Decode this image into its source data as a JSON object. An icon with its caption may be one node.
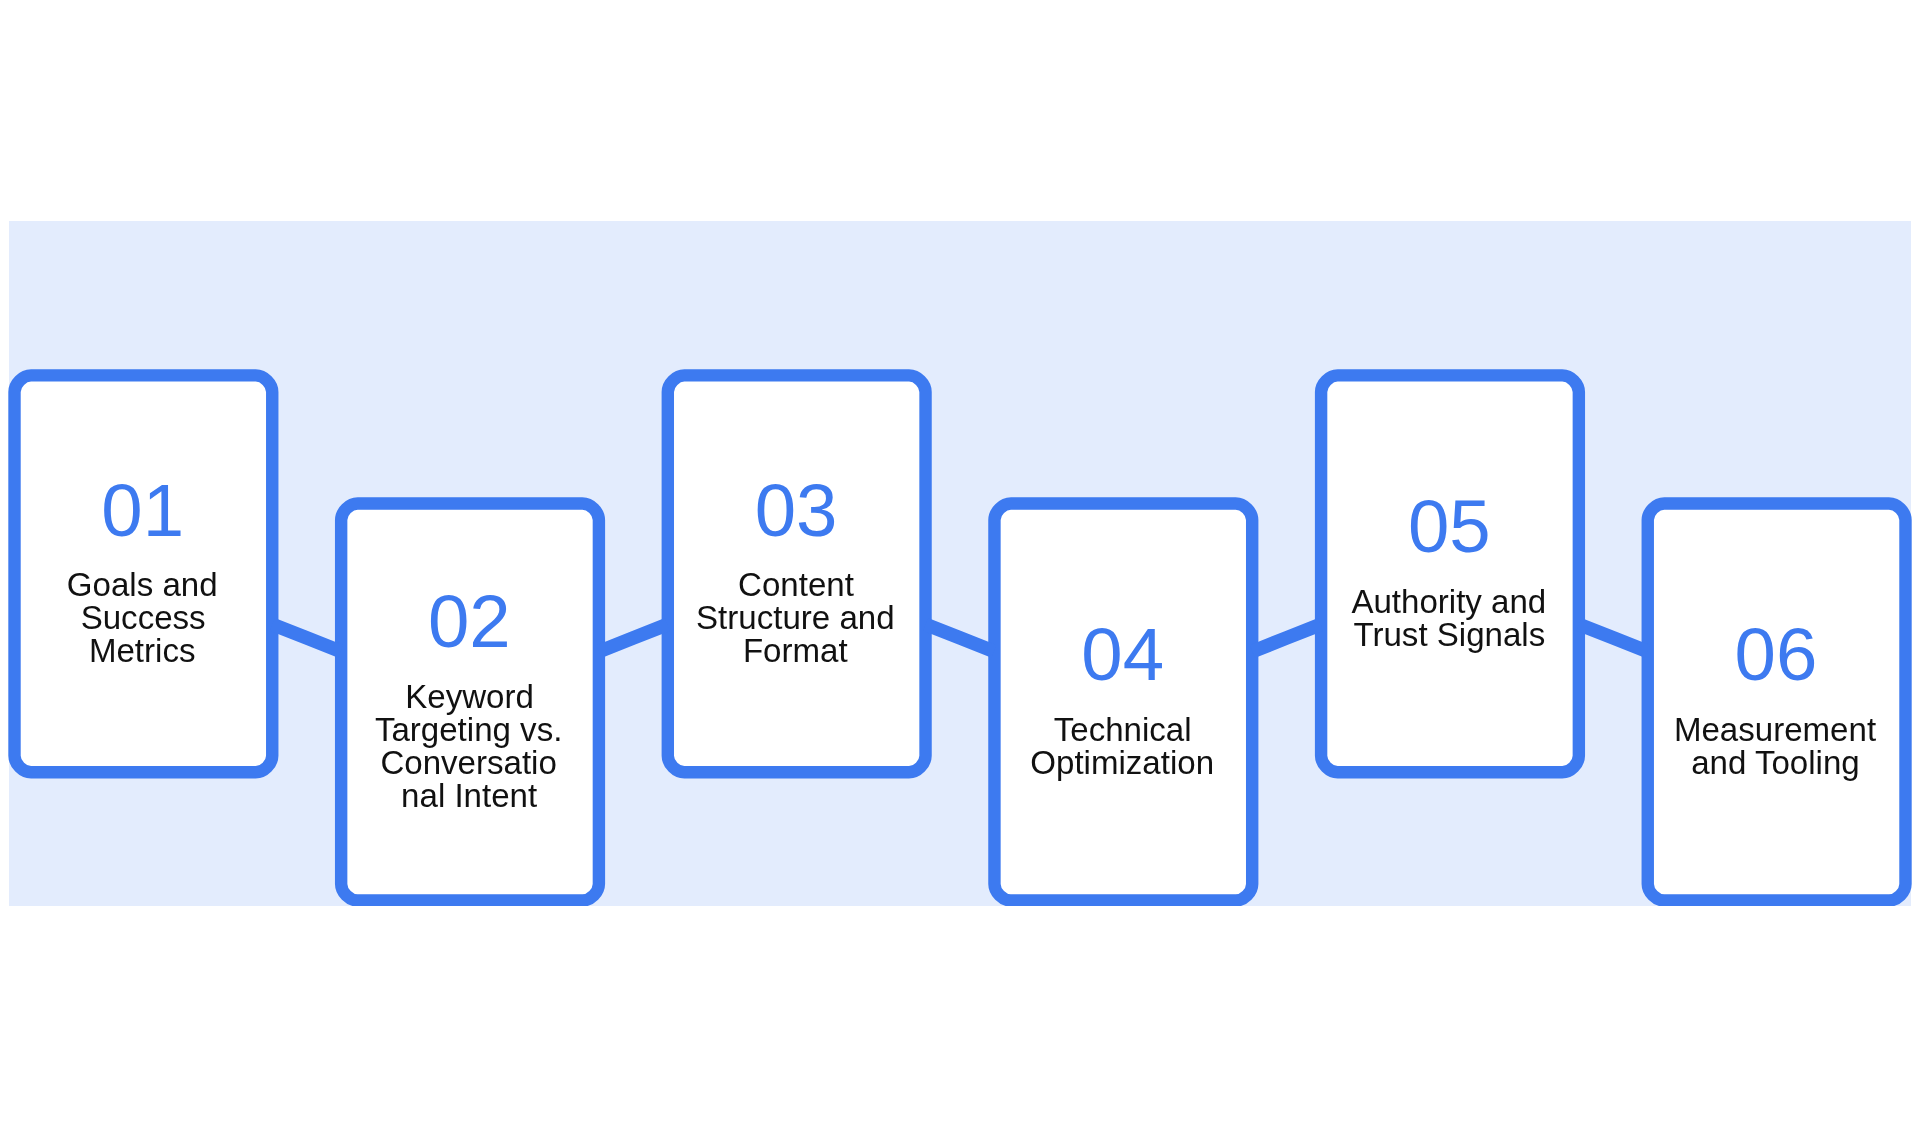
{
  "diagram": {
    "nodes": [
      {
        "text": [
          "01",
          "Goals and Success Metrics"
        ]
      },
      {
        "text": [
          "02",
          "Keyword Targeting vs. Conversatio nal Intent"
        ]
      },
      {
        "text": [
          "03",
          "Content Structure and Format"
        ]
      },
      {
        "text": [
          "04",
          "Technical Optimization"
        ]
      },
      {
        "text": [
          "05",
          "Authority and Trust Signals"
        ]
      },
      {
        "text": [
          "06",
          "Measurement and Tooling"
        ]
      }
    ],
    "edges": [
      {
        "from": 0,
        "to": 1,
        "arrow": "none"
      },
      {
        "from": 1,
        "to": 2,
        "arrow": "none"
      },
      {
        "from": 2,
        "to": 3,
        "arrow": "none"
      },
      {
        "from": 3,
        "to": 4,
        "arrow": "none"
      },
      {
        "from": 4,
        "to": 5,
        "arrow": "none"
      }
    ]
  }
}
